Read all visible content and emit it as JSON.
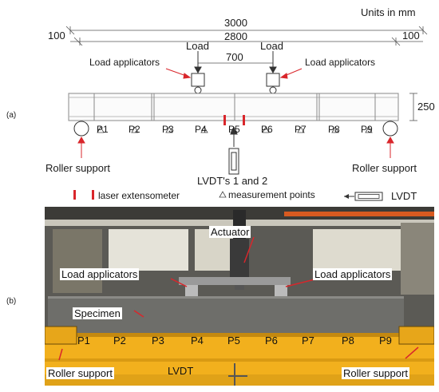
{
  "colors": {
    "accent_red": "#d9262b",
    "beam_line": "#777777",
    "photo_yellow": "#f2b01d",
    "specimen": "#6e6e6a"
  },
  "panel_a": {
    "tag": "(a)",
    "units": "Units in mm",
    "dim_total": "3000",
    "dim_span": "2800",
    "dim_left_overhang": "100",
    "dim_right_overhang": "100",
    "dim_load_spacing": "700",
    "dim_height": "250",
    "load_left": "Load",
    "load_right": "Load",
    "load_applicators_left": "Load applicators",
    "load_applicators_right": "Load applicators",
    "points": [
      "P1",
      "P2",
      "P3",
      "P4",
      "P5",
      "P6",
      "P7",
      "P8",
      "P9"
    ],
    "roller_left": "Roller support",
    "roller_right": "Roller support",
    "lvdt_label": "LVDT's 1 and 2",
    "legend": {
      "laser": "laser extensometer",
      "measurement": "measurement points",
      "lvdt": "LVDT"
    }
  },
  "panel_b": {
    "tag": "(b)",
    "actuator": "Actuator",
    "load_applicators_left": "Load applicators",
    "load_applicators_right": "Load applicators",
    "specimen": "Specimen",
    "points": [
      "P1",
      "P2",
      "P3",
      "P4",
      "P5",
      "P6",
      "P7",
      "P8",
      "P9"
    ],
    "roller_left": "Roller support",
    "roller_right": "Roller support",
    "lvdt": "LVDT"
  }
}
